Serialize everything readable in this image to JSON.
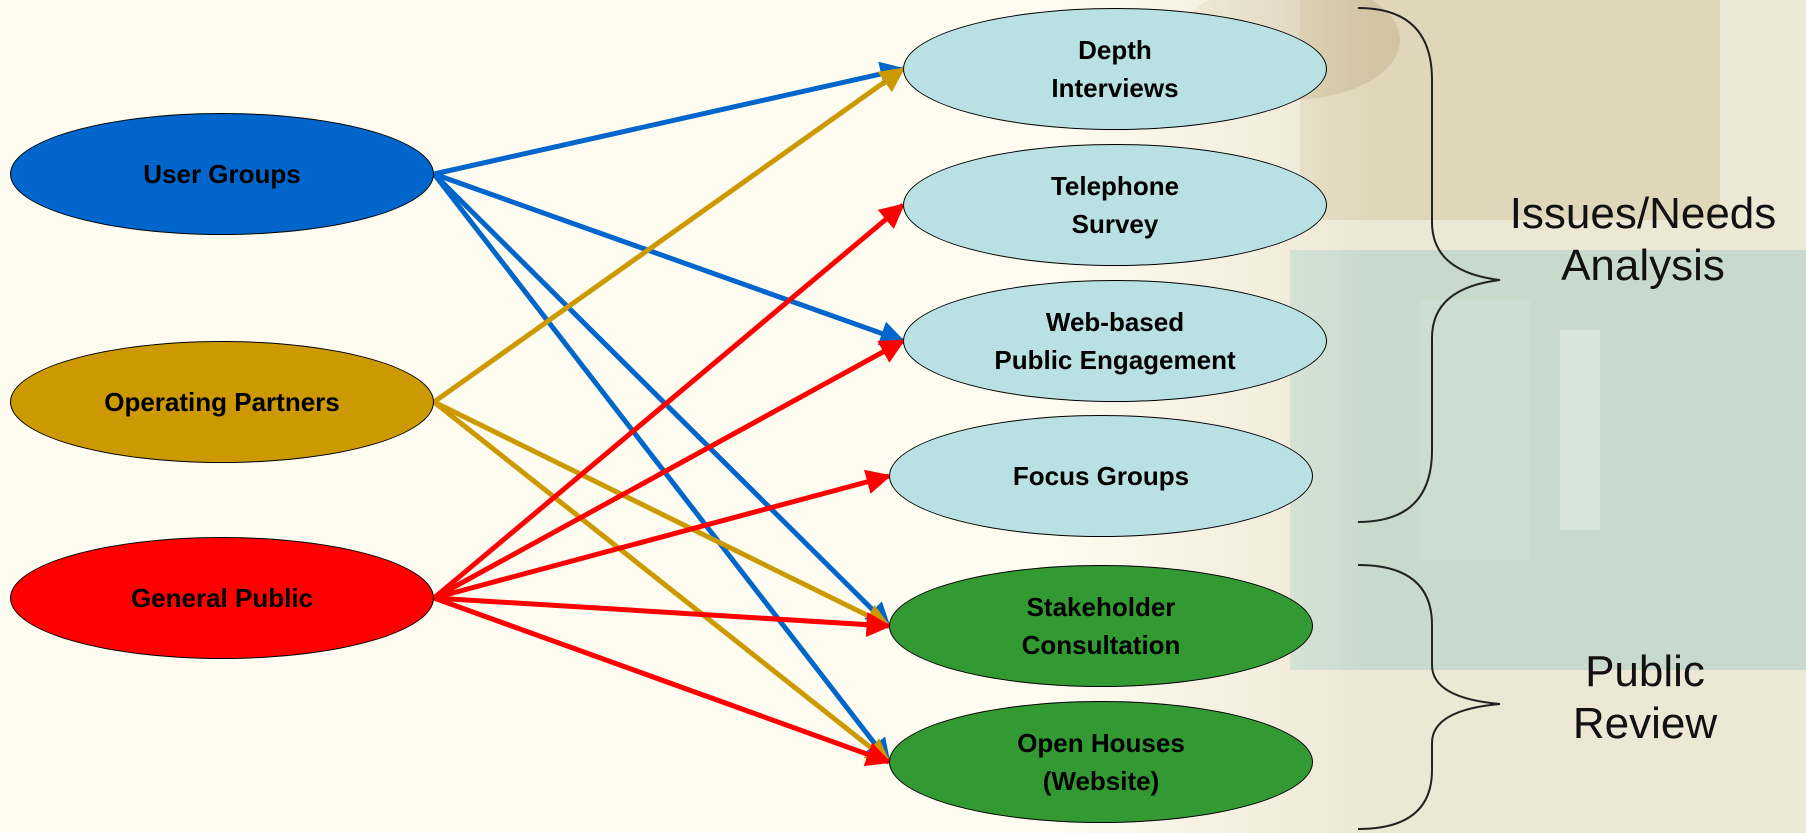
{
  "sources": [
    {
      "id": "user-groups",
      "label": "User Groups",
      "color": "#0066cc"
    },
    {
      "id": "operating-partners",
      "label": "Operating Partners",
      "color": "#cc9900"
    },
    {
      "id": "general-public",
      "label": "General Public",
      "color": "#ff0000"
    }
  ],
  "methods": [
    {
      "id": "depth-interviews",
      "label": "Depth\nInterviews",
      "fill": "#b9e0e3"
    },
    {
      "id": "telephone-survey",
      "label": "Telephone\nSurvey",
      "fill": "#b9e0e3"
    },
    {
      "id": "web-based",
      "label": "Web-based\nPublic Engagement",
      "fill": "#b9e0e3"
    },
    {
      "id": "focus-groups",
      "label": "Focus Groups",
      "fill": "#b9e0e3"
    },
    {
      "id": "stakeholder",
      "label": "Stakeholder\nConsultation",
      "fill": "#339933"
    },
    {
      "id": "open-houses",
      "label": "Open Houses\n(Website)",
      "fill": "#339933"
    }
  ],
  "groups": [
    {
      "id": "issues-needs",
      "label": "Issues/Needs\nAnalysis"
    },
    {
      "id": "public-review",
      "label": "Public\nReview"
    }
  ],
  "connections": [
    {
      "from": "user-groups",
      "to": "depth-interviews"
    },
    {
      "from": "user-groups",
      "to": "web-based"
    },
    {
      "from": "user-groups",
      "to": "stakeholder"
    },
    {
      "from": "user-groups",
      "to": "open-houses"
    },
    {
      "from": "operating-partners",
      "to": "depth-interviews"
    },
    {
      "from": "operating-partners",
      "to": "stakeholder"
    },
    {
      "from": "operating-partners",
      "to": "open-houses"
    },
    {
      "from": "general-public",
      "to": "telephone-survey"
    },
    {
      "from": "general-public",
      "to": "web-based"
    },
    {
      "from": "general-public",
      "to": "focus-groups"
    },
    {
      "from": "general-public",
      "to": "stakeholder"
    },
    {
      "from": "general-public",
      "to": "open-houses"
    }
  ]
}
